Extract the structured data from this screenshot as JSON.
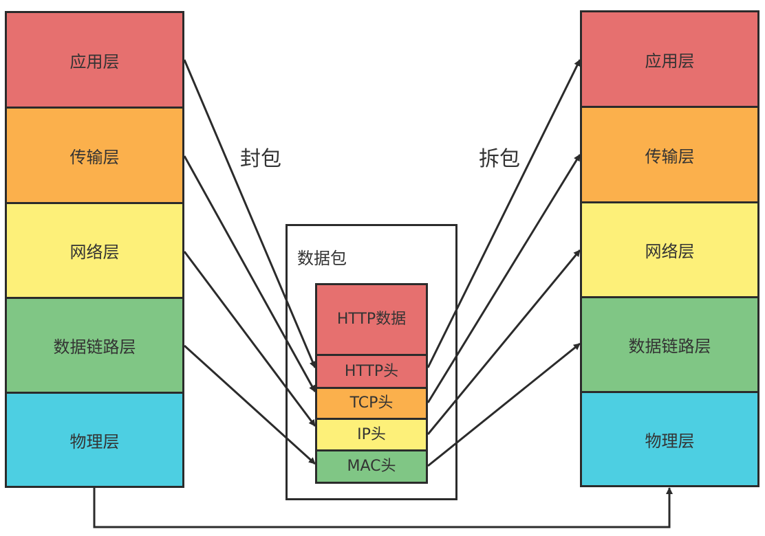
{
  "colors": {
    "application": "#e6706f",
    "transport": "#fbb04c",
    "network": "#fdf079",
    "datalink": "#80c685",
    "physical": "#4dcfe2",
    "line": "#2b2b2b"
  },
  "left_stack": {
    "layers": [
      "应用层",
      "传输层",
      "网络层",
      "数据链路层",
      "物理层"
    ]
  },
  "right_stack": {
    "layers": [
      "应用层",
      "传输层",
      "网络层",
      "数据链路层",
      "物理层"
    ]
  },
  "packet": {
    "title": "数据包",
    "segments": [
      "HTTP数据",
      "HTTP头",
      "TCP头",
      "IP头",
      "MAC头"
    ]
  },
  "labels": {
    "encapsulation": "封包",
    "decapsulation": "拆包"
  }
}
